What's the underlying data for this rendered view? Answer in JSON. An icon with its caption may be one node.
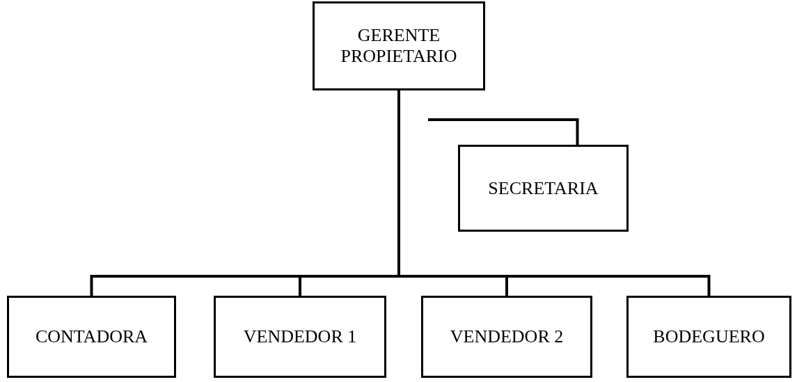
{
  "diagram": {
    "nodes": [
      {
        "text": [
          "GERENTE PROPIETARIO"
        ]
      },
      {
        "text": [
          "SECRETARIA"
        ]
      },
      {
        "text": [
          "CONTADORA"
        ]
      },
      {
        "text": [
          "VENDEDOR 1"
        ]
      },
      {
        "text": [
          "VENDEDOR 2"
        ]
      },
      {
        "text": [
          "BODEGUERO"
        ]
      }
    ],
    "edges": [
      {
        "from": null,
        "to": 1,
        "arrow": "none"
      },
      {
        "from": 0,
        "to": 2,
        "arrow": "none"
      },
      {
        "from": 0,
        "to": 3,
        "arrow": "none"
      },
      {
        "from": 0,
        "to": 4,
        "arrow": "none"
      },
      {
        "from": 0,
        "to": 5,
        "arrow": "none"
      }
    ]
  }
}
